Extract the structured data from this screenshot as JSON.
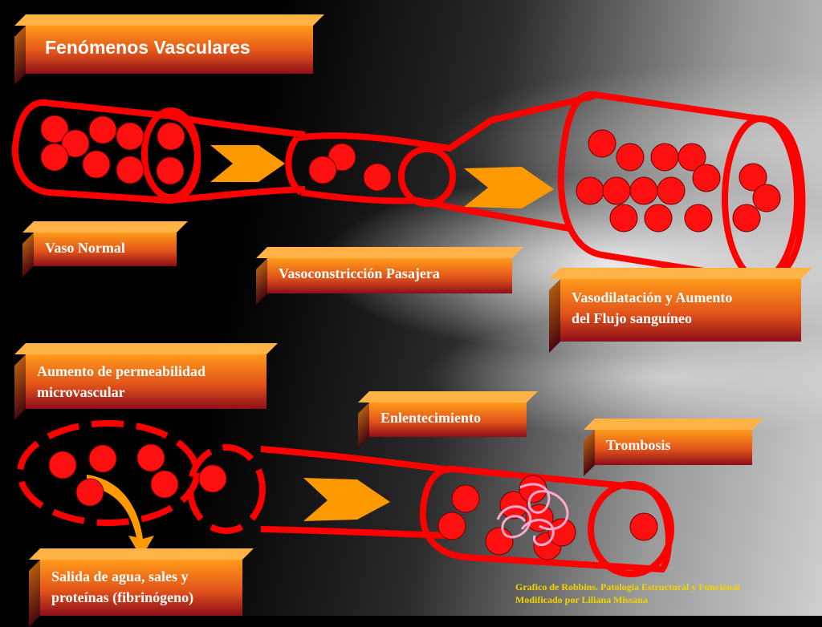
{
  "title": "Fenómenos Vasculares",
  "labels": {
    "vaso_normal": "Vaso Normal",
    "vasoconstriccion": "Vasoconstricción Pasajera",
    "vasodilatacion": "Vasodilatación y Aumento\ndel Flujo sanguíneo",
    "permeabilidad": "Aumento de permeabilidad\nmicrovascular",
    "enlentecimiento": "Enlentecimiento",
    "trombosis": "Trombosis",
    "salida": "Salida de agua, sales y\nproteínas (fibrinógeno)"
  },
  "credits": "Grafico de Robbins. Patología Estructural y Funcional\nModificado por Liliana Missana",
  "colors": {
    "vessel": "#ff0000",
    "cell": "#ff0000",
    "arrow": "#ff9900",
    "fibrin": "#ff99cc",
    "label_top": "#ff9a1a",
    "label_bottom": "#8e0e1a",
    "credits": "#f2d400"
  }
}
